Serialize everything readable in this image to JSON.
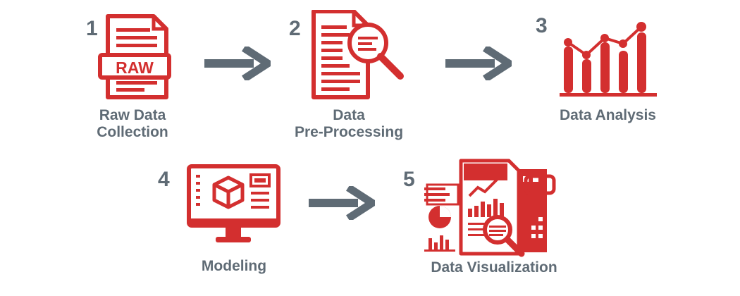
{
  "steps": [
    {
      "number": "1",
      "label_line1": "Raw Data",
      "label_line2": "Collection",
      "icon": "raw-file-icon",
      "badge": "RAW"
    },
    {
      "number": "2",
      "label_line1": "Data",
      "label_line2": "Pre-Processing",
      "icon": "document-magnifier-icon"
    },
    {
      "number": "3",
      "label_line1": "Data Analysis",
      "label_line2": "",
      "icon": "bar-line-chart-icon"
    },
    {
      "number": "4",
      "label_line1": "Modeling",
      "label_line2": "",
      "icon": "monitor-cube-icon"
    },
    {
      "number": "5",
      "label_line1": "Data Visualization",
      "label_line2": "",
      "icon": "dashboard-report-icon"
    }
  ],
  "colors": {
    "accent": "#d32f2f",
    "text": "#5f6b75",
    "arrow": "#5f6b75"
  }
}
